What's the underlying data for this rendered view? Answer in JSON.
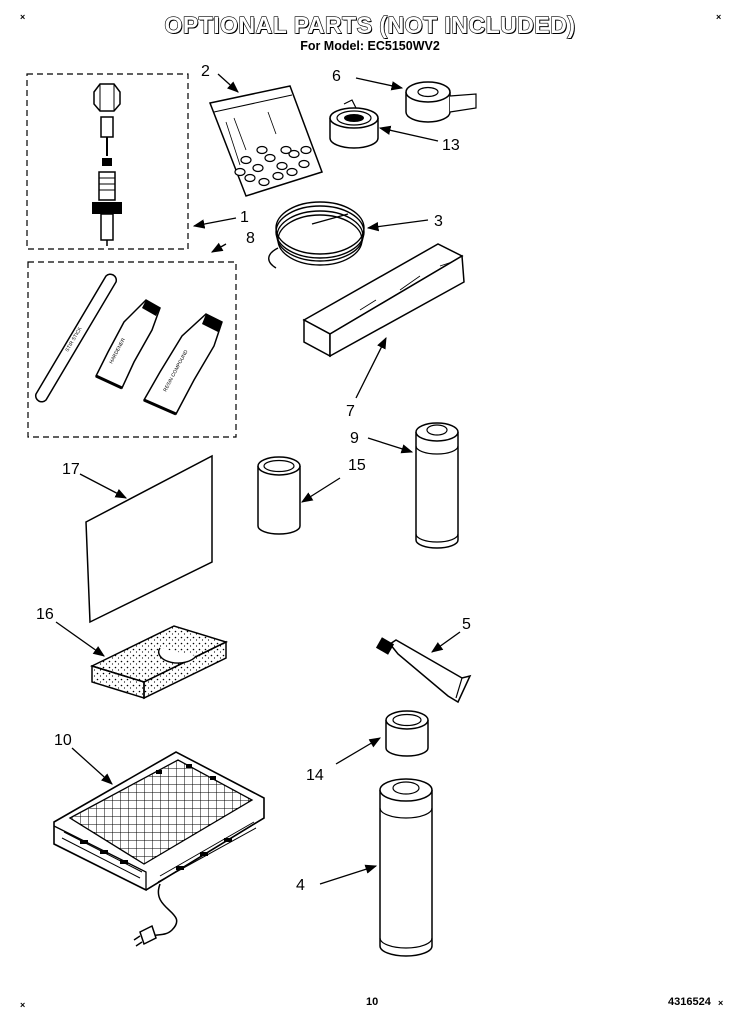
{
  "header": {
    "title": "OPTIONAL PARTS (NOT INCLUDED)",
    "subtitle": "For Model: EC5150WV2"
  },
  "callouts": [
    "1",
    "2",
    "3",
    "4",
    "5",
    "6",
    "7",
    "8",
    "9",
    "10",
    "13",
    "14",
    "15",
    "16",
    "17"
  ],
  "part_labels": {
    "stir_stick": "STIR STICK",
    "hardener": "HARDENER",
    "resin": "RESIN COMPOUND"
  },
  "footer": {
    "page_number": "10",
    "document_number": "4316524"
  },
  "marks": {
    "corner": "×"
  }
}
